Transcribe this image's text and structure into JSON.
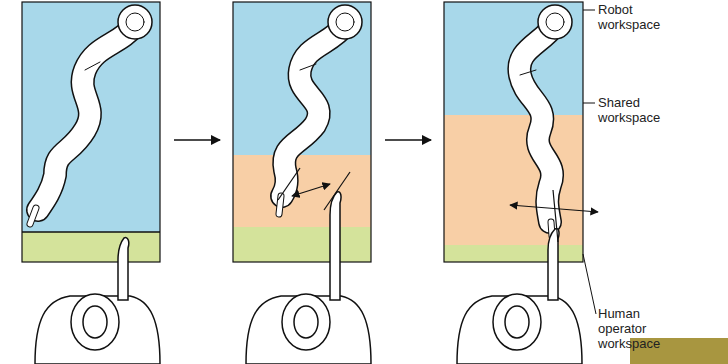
{
  "diagram": {
    "labels": [
      "Robot workspace",
      "Shared workspace",
      "Human operator workspace"
    ]
  }
}
